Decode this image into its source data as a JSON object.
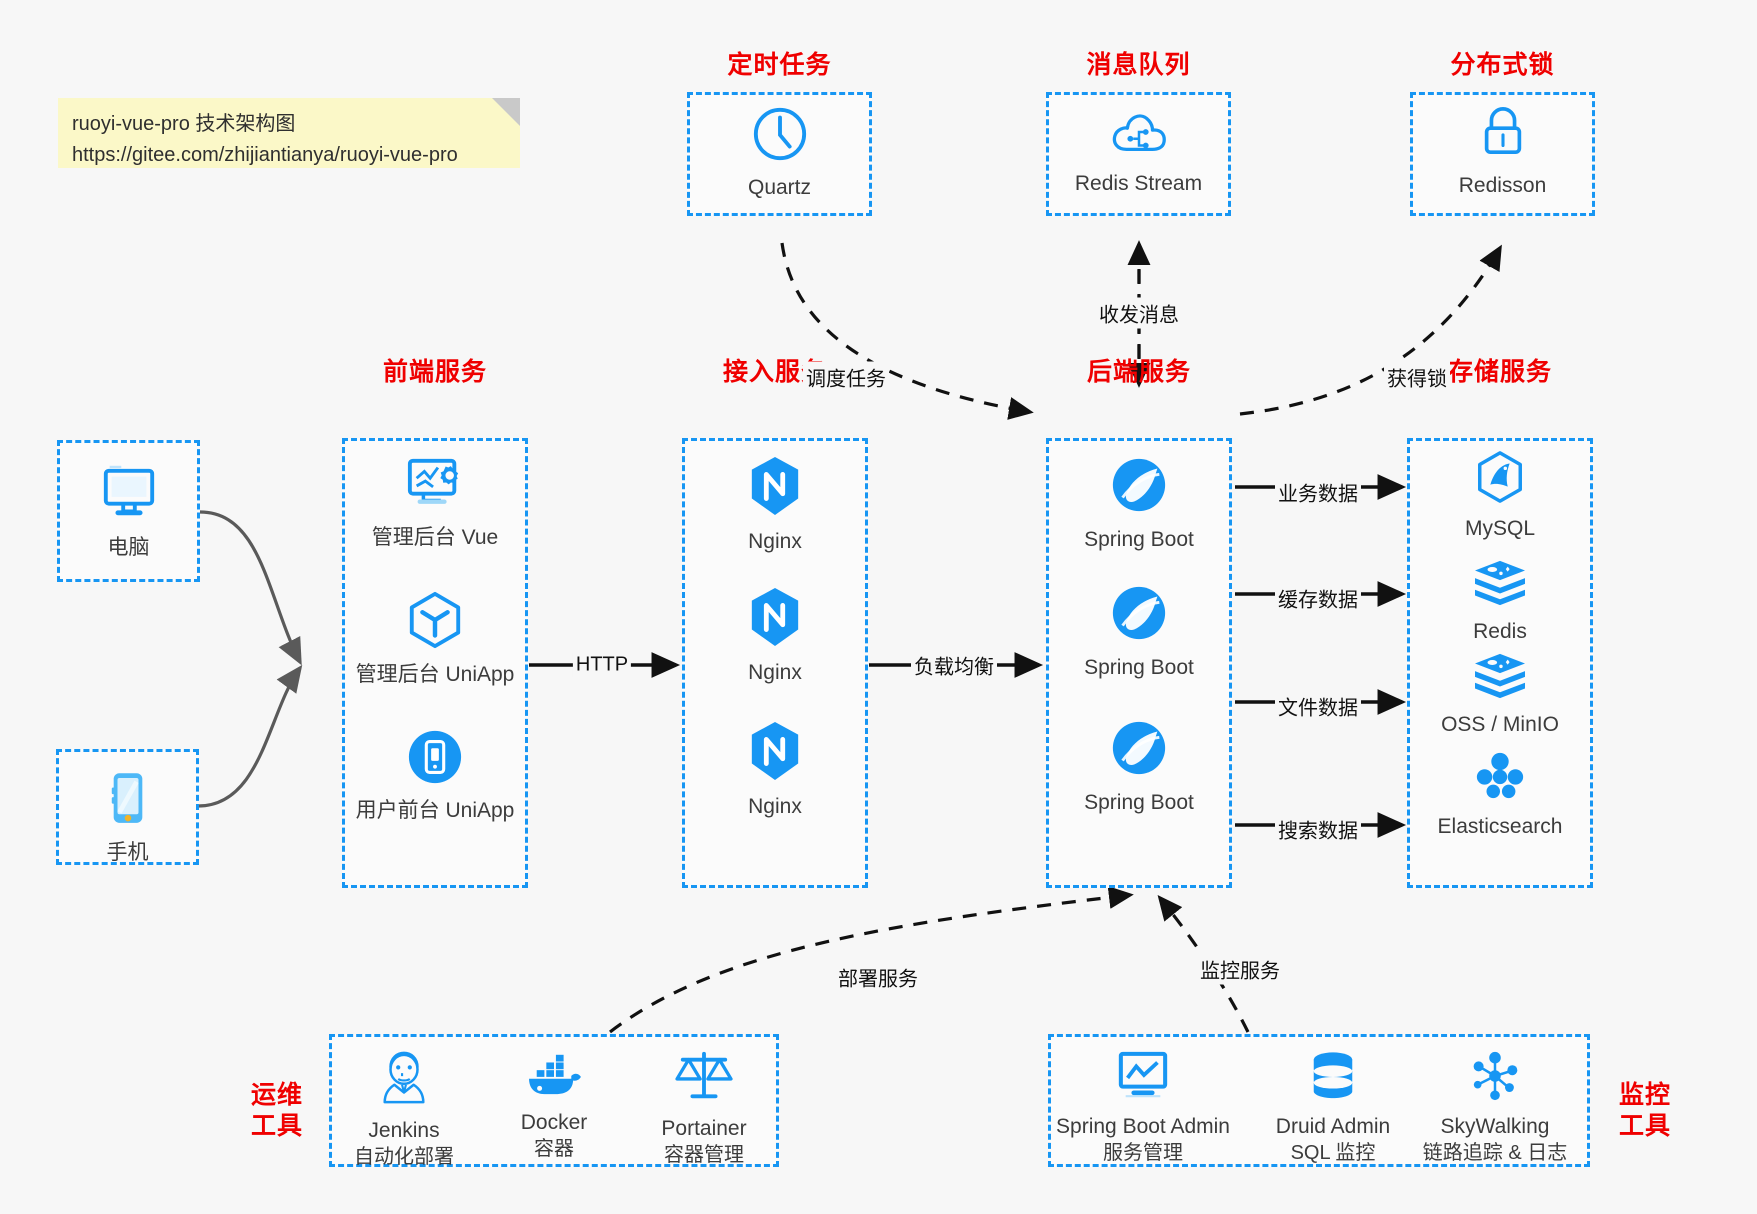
{
  "note": {
    "line1": "ruoyi-vue-pro 技术架构图",
    "line2": "https://gitee.com/zhijiantianya/ruoyi-vue-pro"
  },
  "groups": {
    "scheduler": {
      "title": "定时任务"
    },
    "mq": {
      "title": "消息队列"
    },
    "lock": {
      "title": "分布式锁"
    },
    "frontend": {
      "title": "前端服务"
    },
    "gateway": {
      "title": "接入服务"
    },
    "backend": {
      "title": "后端服务"
    },
    "storage": {
      "title": "存储服务"
    },
    "devops": {
      "title": "运维\n工具",
      "title_line1": "运维",
      "title_line2": "工具"
    },
    "monitor": {
      "title": "监控\n工具",
      "title_line1": "监控",
      "title_line2": "工具"
    }
  },
  "clients": [
    {
      "label": "电脑",
      "icon": "desktop-icon"
    },
    {
      "label": "手机",
      "icon": "phone-icon"
    }
  ],
  "scheduler_nodes": [
    {
      "label": "Quartz",
      "icon": "clock-icon"
    }
  ],
  "mq_nodes": [
    {
      "label": "Redis Stream",
      "icon": "cloud-stream-icon"
    }
  ],
  "lock_nodes": [
    {
      "label": "Redisson",
      "icon": "lock-icon"
    }
  ],
  "frontend_nodes": [
    {
      "label": "管理后台 Vue",
      "icon": "dashboard-settings-icon"
    },
    {
      "label": "管理后台 UniApp",
      "icon": "cube-icon"
    },
    {
      "label": "用户前台 UniApp",
      "icon": "mobile-app-icon"
    }
  ],
  "gateway_nodes": [
    {
      "label": "Nginx",
      "icon": "nginx-icon"
    },
    {
      "label": "Nginx",
      "icon": "nginx-icon"
    },
    {
      "label": "Nginx",
      "icon": "nginx-icon"
    }
  ],
  "backend_nodes": [
    {
      "label": "Spring Boot",
      "icon": "spring-boot-icon"
    },
    {
      "label": "Spring Boot",
      "icon": "spring-boot-icon"
    },
    {
      "label": "Spring Boot",
      "icon": "spring-boot-icon"
    }
  ],
  "storage_nodes": [
    {
      "label": "MySQL",
      "icon": "mysql-icon"
    },
    {
      "label": "Redis",
      "icon": "redis-icon"
    },
    {
      "label": "OSS / MinIO",
      "icon": "oss-minio-icon"
    },
    {
      "label": "Elasticsearch",
      "icon": "elasticsearch-icon"
    }
  ],
  "devops_nodes": [
    {
      "label": "Jenkins",
      "sub": "自动化部署",
      "icon": "jenkins-icon"
    },
    {
      "label": "Docker",
      "sub": "容器",
      "icon": "docker-icon"
    },
    {
      "label": "Portainer",
      "sub": "容器管理",
      "icon": "scales-icon"
    }
  ],
  "monitor_nodes": [
    {
      "label": "Spring Boot Admin",
      "sub": "服务管理",
      "icon": "monitor-chart-icon"
    },
    {
      "label": "Druid Admin",
      "sub": "SQL 监控",
      "icon": "database-icon"
    },
    {
      "label": "SkyWalking",
      "sub": "链路追踪 & 日志",
      "icon": "skywalking-icon"
    }
  ],
  "edges": [
    {
      "id": "http",
      "label": "HTTP"
    },
    {
      "id": "lb",
      "label": "负载均衡"
    },
    {
      "id": "schedule",
      "label": "调度任务"
    },
    {
      "id": "mq",
      "label": "收发消息"
    },
    {
      "id": "lock",
      "label": "获得锁"
    },
    {
      "id": "biz",
      "label": "业务数据"
    },
    {
      "id": "cache",
      "label": "缓存数据"
    },
    {
      "id": "file",
      "label": "文件数据"
    },
    {
      "id": "search",
      "label": "搜索数据"
    },
    {
      "id": "deploy",
      "label": "部署服务"
    },
    {
      "id": "monitor",
      "label": "监控服务"
    }
  ],
  "colors": {
    "accent": "#1796f3",
    "title": "#ef0000",
    "background": "#f7f7f7",
    "note": "#fbf8c8",
    "text": "#3c3c3c",
    "arrow_solid": "#111111",
    "arrow_client": "#5a5a5a"
  }
}
